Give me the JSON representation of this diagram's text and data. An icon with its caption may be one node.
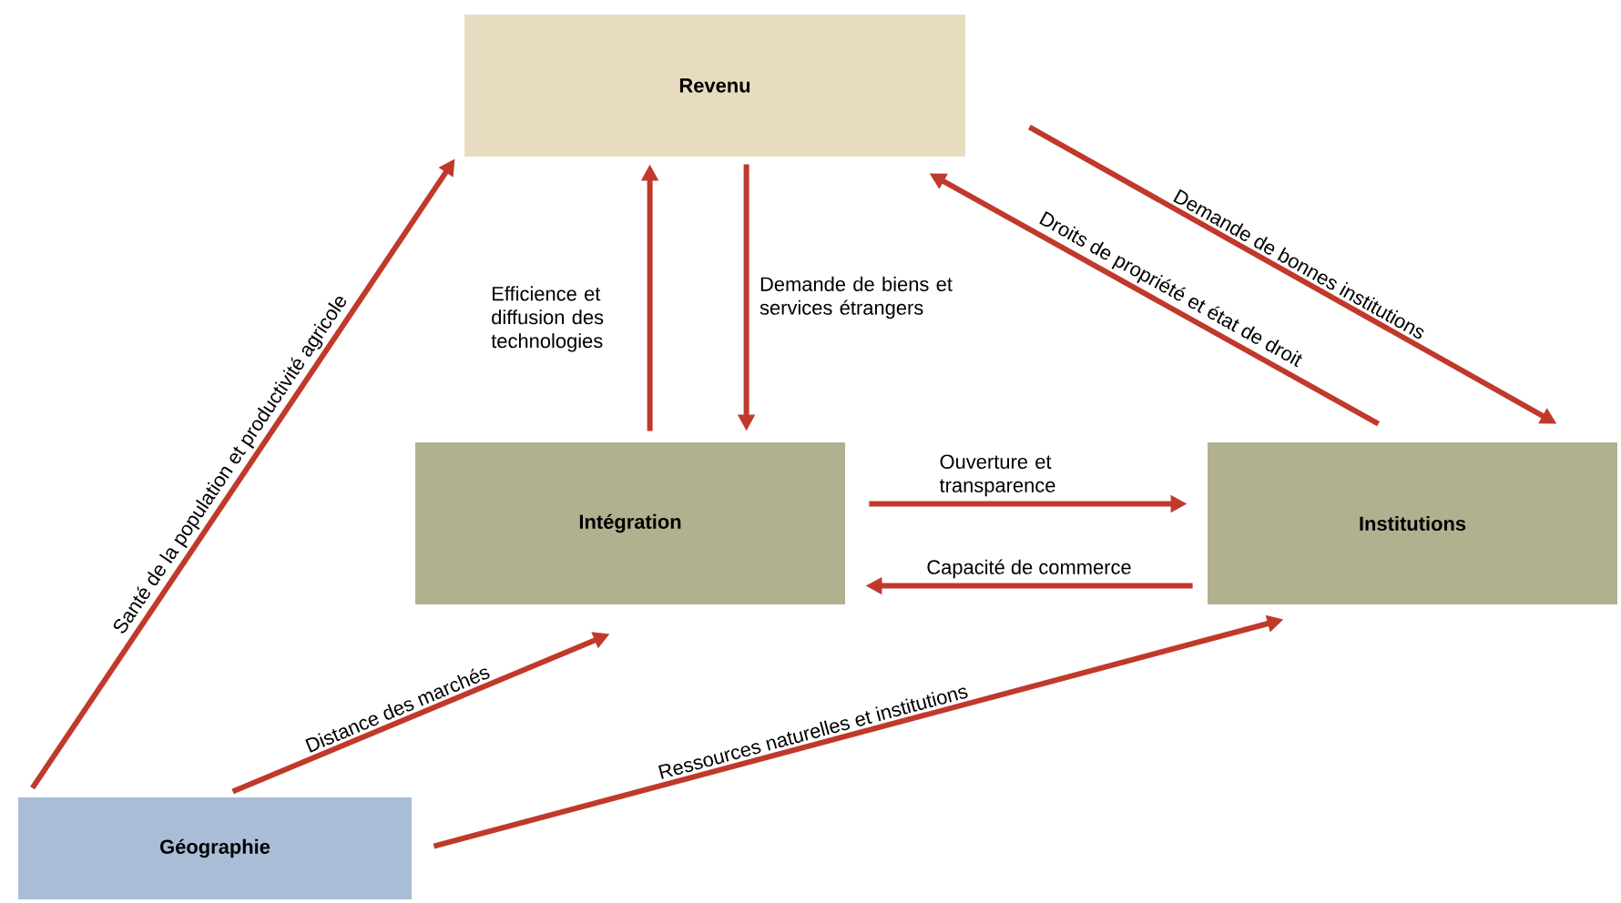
{
  "diagram": {
    "nodes": [
      {
        "text": [
          "Revenu"
        ]
      },
      {
        "text": [
          "Intégration"
        ]
      },
      {
        "text": [
          "Institutions"
        ]
      },
      {
        "text": [
          "Géographie"
        ]
      }
    ],
    "edges": [
      {
        "from": 3,
        "to": 0,
        "arrow": "to",
        "label": "Santé de la population et productivité agricole"
      },
      {
        "from": 1,
        "to": 0,
        "arrow": "to",
        "label": "Efficience et diffusion des technologies"
      },
      {
        "from": 0,
        "to": 1,
        "arrow": "to",
        "label": "Demande de biens et services étrangers"
      },
      {
        "from": 0,
        "to": 2,
        "arrow": "to",
        "label": "Demande de bonnes institutions"
      },
      {
        "from": 2,
        "to": 0,
        "arrow": "to",
        "label": "Droits de propriété et état de droit"
      },
      {
        "from": 1,
        "to": 2,
        "arrow": "to",
        "label": "Ouverture et transparence"
      },
      {
        "from": 2,
        "to": 1,
        "arrow": "to",
        "label": "Capacité de commerce"
      },
      {
        "from": 3,
        "to": 1,
        "arrow": "to",
        "label": "Distance des marchés"
      },
      {
        "from": 3,
        "to": 2,
        "arrow": "to",
        "label": "Ressources naturelles et institutions"
      }
    ]
  }
}
